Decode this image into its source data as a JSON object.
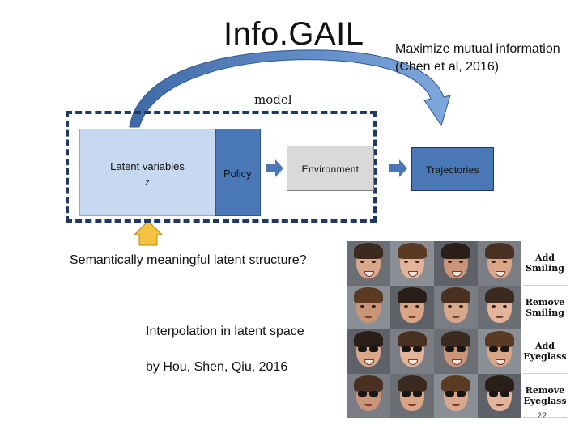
{
  "title": "Info.GAIL",
  "mutual_info": {
    "line1": "Maximize mutual information",
    "line2": "(Chen et al, 2016)"
  },
  "model_label": "model",
  "diagram": {
    "latent_line1": "Latent variables",
    "latent_line2": "z",
    "policy": "Policy",
    "environment": "Environment",
    "trajectories": "Trajectories"
  },
  "semantic_question": "Semantically meaningful latent structure?",
  "interpolation": "Interpolation in latent space",
  "byline": "by Hou, Shen, Qiu, 2016",
  "face_rows": [
    {
      "label_line1": "Add",
      "label_line2": "Smiling"
    },
    {
      "label_line1": "Remove",
      "label_line2": "Smiling"
    },
    {
      "label_line1": "Add",
      "label_line2": "Eyeglass"
    },
    {
      "label_line1": "Remove",
      "label_line2": "Eyeglass"
    }
  ],
  "page_number": "22",
  "colors": {
    "dashed_border": "#1f3864",
    "latent_fill": "#c6d9f0",
    "policy_fill": "#4a78b6",
    "environment_fill": "#d9d9d9",
    "arrow_blue": "#4a78b6",
    "arrow_yellow": "#f5c242"
  }
}
